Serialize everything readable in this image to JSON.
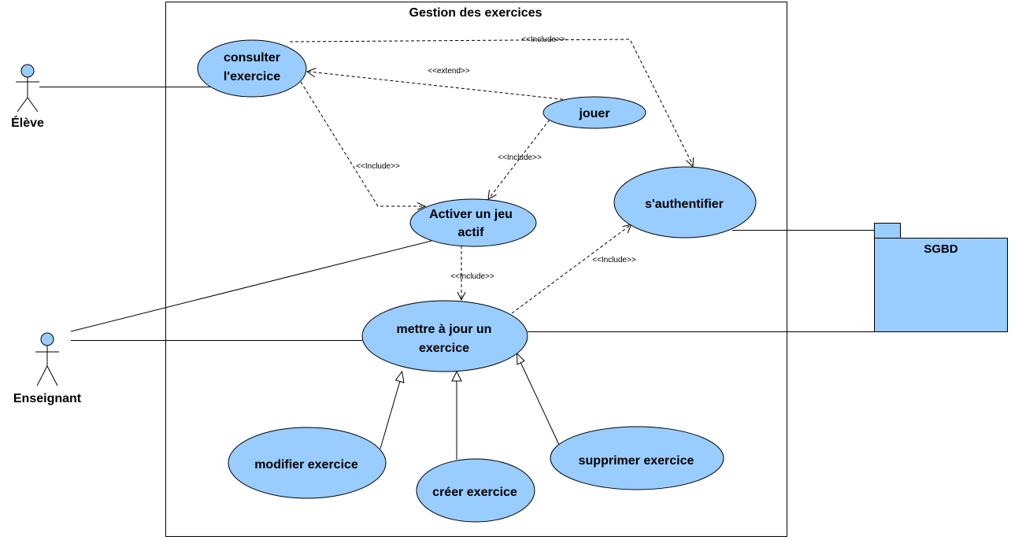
{
  "colors": {
    "use_case_fill": "#99ccff",
    "stroke": "#000000",
    "background": "#ffffff"
  },
  "system": {
    "title": "Gestion des exercices"
  },
  "actors": {
    "eleve": "Élève",
    "enseignant": "Enseignant"
  },
  "use_cases": {
    "consulter": [
      "consulter",
      "l'exercice"
    ],
    "jouer": [
      "jouer"
    ],
    "activer": [
      "Activer un jeu",
      "actif"
    ],
    "authentifier": [
      "s'authentifier"
    ],
    "mettre_a_jour": [
      "mettre à jour un",
      "exercice"
    ],
    "modifier": [
      "modifier exercice"
    ],
    "creer": [
      "créer exercice"
    ],
    "supprimer": [
      "supprimer exercice"
    ]
  },
  "package": {
    "label": "SGBD"
  },
  "relations": {
    "include_consulter_auth": "<<Include>>",
    "extend_jouer_consulter": "<<extend>>",
    "include_consulter_activer": "<<Include>>",
    "include_jouer_activer": "<<Include>>",
    "include_activer_maj": "<<Include>>",
    "include_maj_auth": "<<Include>>"
  }
}
